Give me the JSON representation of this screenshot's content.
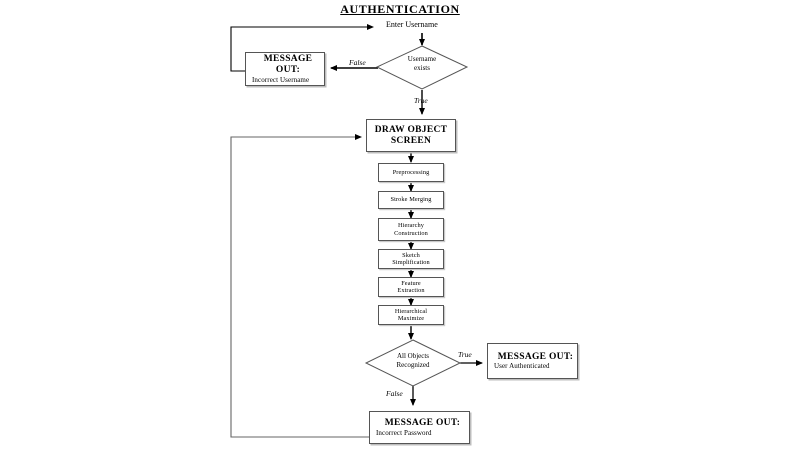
{
  "diagram": {
    "title": "AUTHENTICATION",
    "type": "flowchart",
    "start_label": "Enter Username",
    "decisions": [
      {
        "id": "username-exists",
        "line1": "Username",
        "line2": "exists",
        "true_label": "True",
        "false_label": "False"
      },
      {
        "id": "all-objects-recognized",
        "line1": "All Objects",
        "line2": "Recognized",
        "true_label": "True",
        "false_label": "False"
      }
    ],
    "messages": [
      {
        "id": "incorrect-username",
        "header": "MESSAGE OUT:",
        "body": "Incorrect Username"
      },
      {
        "id": "user-authenticated",
        "header": "MESSAGE OUT:",
        "body": "User Authenticated"
      },
      {
        "id": "incorrect-password",
        "header": "MESSAGE OUT:",
        "body": "Incorrect Password"
      }
    ],
    "main_screen": {
      "line1": "DRAW OBJECT",
      "line2": "SCREEN"
    },
    "steps": [
      {
        "id": "preprocessing",
        "line1": "Preprocessing",
        "line2": ""
      },
      {
        "id": "stroke-merging",
        "line1": "Stroke Merging",
        "line2": ""
      },
      {
        "id": "hierarchy-construction",
        "line1": "Hierarchy",
        "line2": "Construction"
      },
      {
        "id": "sketch-simplification",
        "line1": "Sketch",
        "line2": "Simplification"
      },
      {
        "id": "feature-extraction",
        "line1": "Feature",
        "line2": "Extraction"
      },
      {
        "id": "hierarchical-maximize",
        "line1": "Hierarchical",
        "line2": "Maximize"
      }
    ],
    "colors": {
      "stroke": "#555555",
      "line": "#000000",
      "shadow": "#bdbdbd",
      "background": "#ffffff"
    }
  }
}
